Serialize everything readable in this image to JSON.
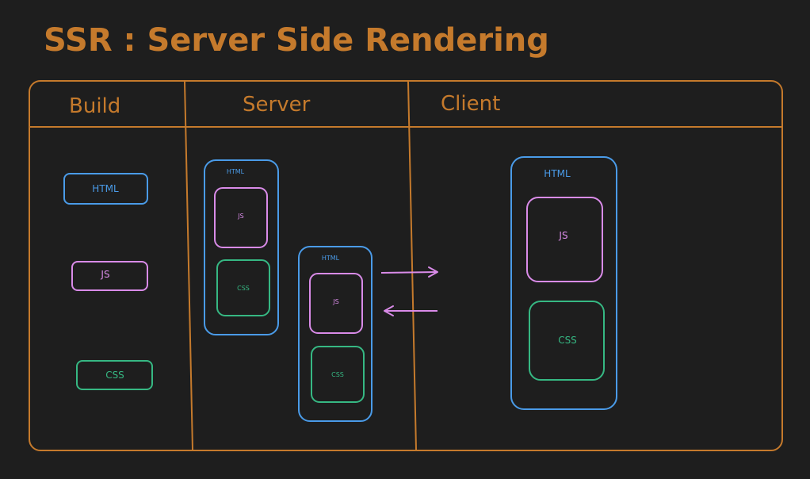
{
  "title": "SSR : Server Side Rendering",
  "columns": {
    "build": "Build",
    "server": "Server",
    "client": "Client"
  },
  "labels": {
    "html": "HTML",
    "js": "JS",
    "css": "CSS"
  },
  "colors": {
    "background": "#1e1e1e",
    "orange": "#c57a2c",
    "blue": "#4a9be8",
    "pink": "#d98be8",
    "green": "#36b883"
  }
}
